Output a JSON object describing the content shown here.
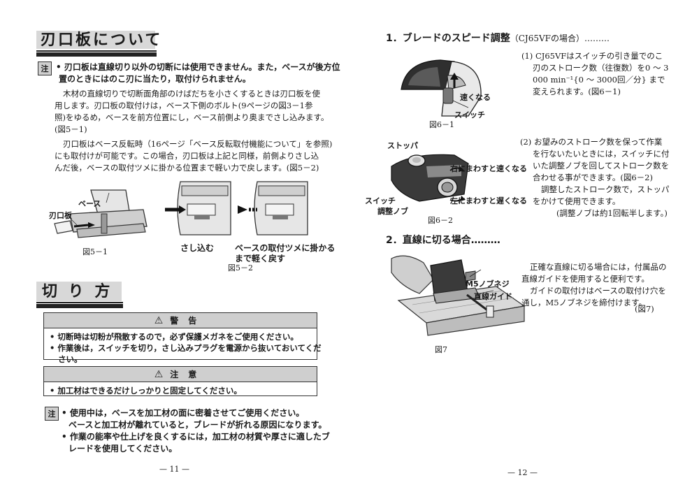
{
  "left": {
    "title1": "刃口板について",
    "note_badge": "注",
    "note1_lines": [
      "• 刃口板は直線切り以外の切断には使用できません。また，ベースが後方位",
      "置のときにはのこ刃に当たり，取付けられません。"
    ],
    "para1_lines": [
      "木材の直線切りで切断面角部のけばだちを小さくするときは刃口板を使",
      "用します。刃口板の取付けは，ベース下側のボルト(9ページの図3－1参",
      "照)をゆるめ，ベースを前方位置にし，ベース前側より奥までさし込みます。",
      "(図5－1)"
    ],
    "para2_lines": [
      "刃口板はベース反転時（16ページ「ベース反転取付機能について」を参照)",
      "にも取付けが可能です。この場合，刃口板は上記と同様，前側よりさし込",
      "んだ後，ベースの取付ツメに掛かる位置まで軽い力で戻します。(図5－2)"
    ],
    "fig51": {
      "label_base": "ベース",
      "label_plate": "刃口板",
      "caption": "図5－1"
    },
    "fig52": {
      "label_insert": "さし込む",
      "label_return_1": "ベースの取付ツメに掛かる",
      "label_return_2": "まで軽く戻す",
      "caption": "図5－2"
    },
    "title2": "切 り 方",
    "warning": {
      "icon": "warning-triangle-icon",
      "heading": "警告",
      "lines": [
        "• 切断時は切粉が飛散するので，必ず保護メガネをご使用ください。",
        "• 作業後は，スイッチを切り，さし込みプラグを電源から抜いておいてくだ",
        "さい。"
      ]
    },
    "caution": {
      "icon": "warning-triangle-icon",
      "heading": "注意",
      "lines": [
        "• 加工材はできるだけしっかりと固定してください。"
      ]
    },
    "note2_lines": [
      "• 使用中は，ベースを加工材の面に密着させてご使用ください。",
      "ベースと加工材が離れていると，ブレードが折れる原因になります。",
      "• 作業の能率や仕上げを良くするには，加工材の材質や厚さに適したブ",
      "レードを使用してください。"
    ],
    "page_number": "— 11 —"
  },
  "right": {
    "sec1_title": "1．ブレードのスピード調整",
    "sec1_suffix": "（CJ65VFの場合）………",
    "sec1_lines": [
      "(1) CJ65VFはスイッチの引き量でのこ",
      "刃のストローク数（往復数）を0 ～ 3",
      "000 min⁻¹{0 ～ 3000回／分} まで",
      "変えられます。(図6－1)"
    ],
    "fig61": {
      "label_fast": "速くなる",
      "label_switch": "スイッチ",
      "caption": "図6－1"
    },
    "sec1b_lines": [
      "(2) お望みのストローク数を保って作業",
      "を行ないたいときには，スイッチに付",
      "いた調整ノブを回してストローク数を",
      "合わせる事ができます。(図6－2)",
      "調整したストローク数で，ストッパ",
      "をかけて使用できます。",
      "(調整ノブは約1回転半します。)"
    ],
    "fig62": {
      "label_stopper": "ストッパ",
      "label_right": "右にまわすと速くなる",
      "label_left": "左にまわすと遅くなる",
      "label_switch": "スイッチ",
      "label_knob": "調整ノブ",
      "caption": "図6－2"
    },
    "sec2_title": "2．直線に切る場合………",
    "sec2_lines": [
      "正確な直線に切る場合には，付属品の",
      "直線ガイドを使用すると便利です。",
      "ガイドの取付けはベースの取付け穴を",
      "通し，M5ノブネジを締付けます。",
      "(図7)"
    ],
    "fig7": {
      "label_screw": "M5ノブネジ",
      "label_guide": "直線ガイド",
      "caption": "図7"
    },
    "page_number": "— 12 —"
  }
}
